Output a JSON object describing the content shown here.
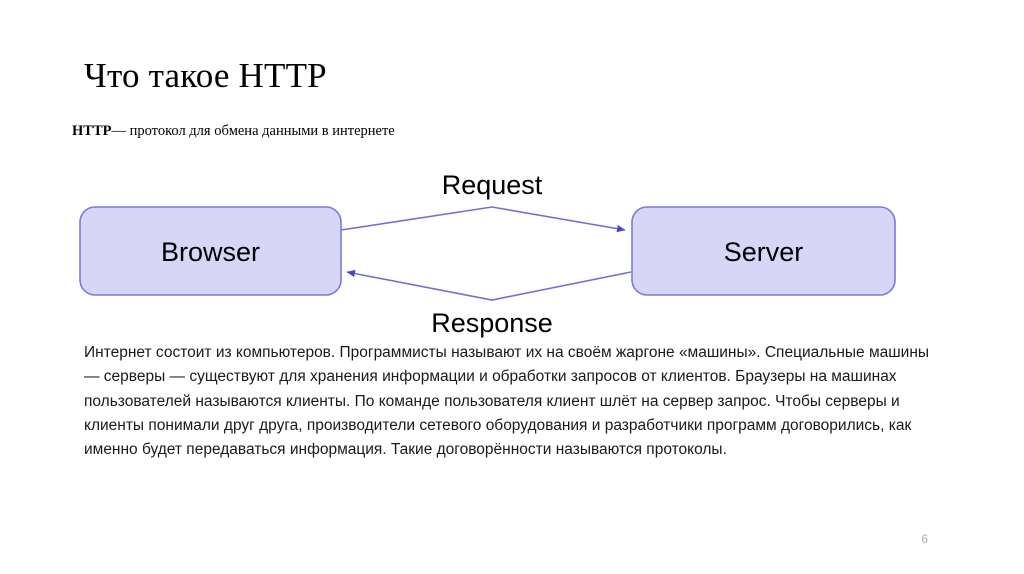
{
  "slide": {
    "title": "Что такое HTTP",
    "subtitle_lead": "HTTP",
    "subtitle_rest": "— протокол для обмена данными в интернете",
    "page_number": "6"
  },
  "diagram": {
    "nodes": [
      {
        "id": "browser",
        "label": "Browser"
      },
      {
        "id": "server",
        "label": "Server"
      }
    ],
    "edges": [
      {
        "id": "request",
        "label": "Request",
        "from": "browser",
        "to": "server"
      },
      {
        "id": "response",
        "label": "Response",
        "from": "server",
        "to": "browser"
      }
    ],
    "colors": {
      "node_fill": "#d7d6f6",
      "node_stroke": "#7b79d9",
      "edge_stroke": "#6b69c9",
      "label_color": "#000000"
    }
  },
  "body": {
    "paragraph": "Интернет состоит из компьютеров. Программисты называют их на своём жаргоне «машины». Специальные машины — серверы — существуют для хранения информации и обработки запросов от клиентов. Браузеры на машинах пользователей называются клиенты. По команде пользователя клиент шлёт на сервер запрос. Чтобы серверы и клиенты понимали друг друга, производители сетевого оборудования и разработчики программ договорились, как именно будет передаваться информация. Такие договорённости называются протоколы."
  }
}
